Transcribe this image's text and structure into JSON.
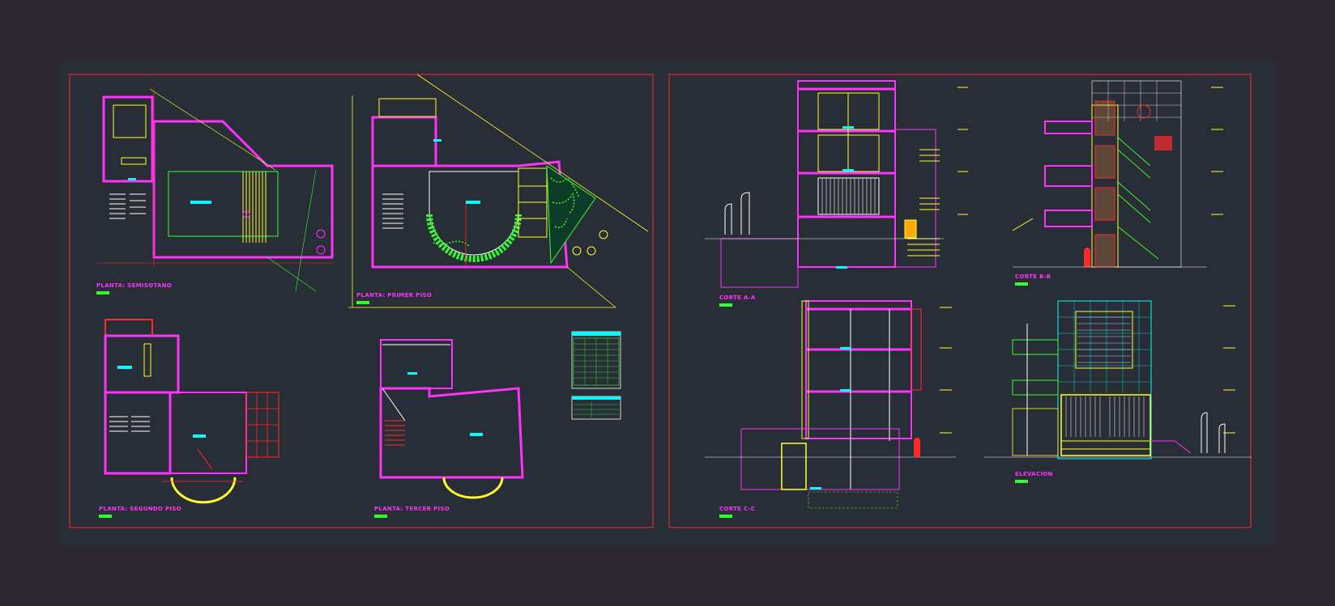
{
  "sheet": {
    "colors": {
      "background": "#2d2830",
      "paper": "#292d36",
      "frame": "#ff2a2a",
      "wall": "#ff33ff",
      "line_yellow": "#ffff33",
      "line_green": "#33ff33",
      "line_cyan": "#00ffff",
      "line_white": "#ffffff"
    }
  },
  "labels": {
    "plan_basement": "PLANTA: SEMISOTANO",
    "plan_first": "PLANTA: PRIMER PISO",
    "plan_second": "PLANTA: SEGUNDO PISO",
    "plan_third": "PLANTA: TERCER PISO",
    "section_a": "CORTE A-A",
    "section_b": "CORTE B-B",
    "section_c": "CORTE C-C",
    "elevation": "ELEVACION"
  }
}
